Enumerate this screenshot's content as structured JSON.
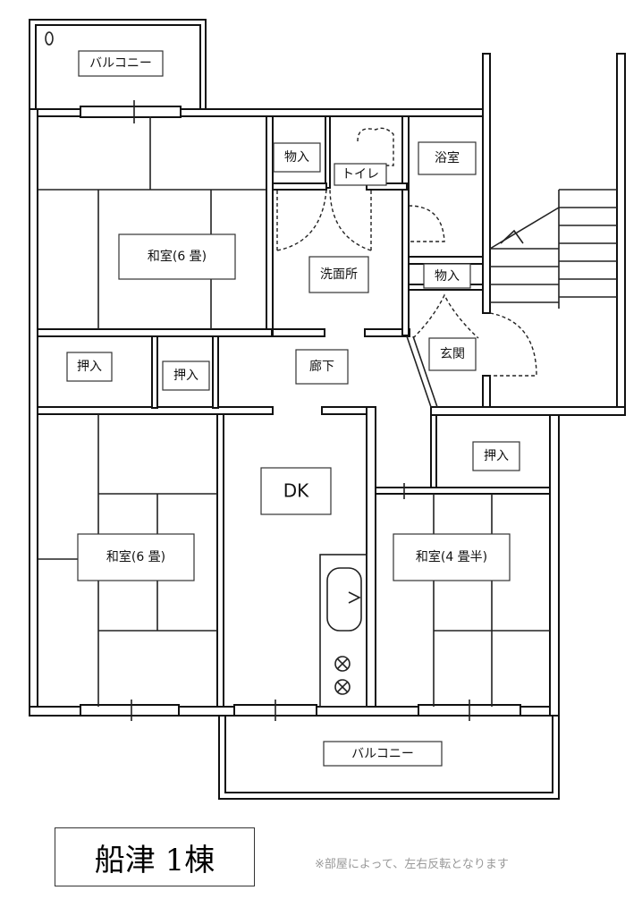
{
  "rooms": {
    "balcony_top": "バルコニー",
    "washitsu_6_top": "和室(6 畳)",
    "storage_1": "物入",
    "toilet": "トイレ",
    "bath": "浴室",
    "washroom": "洗面所",
    "storage_2": "物入",
    "entrance": "玄関",
    "closet_1": "押入",
    "closet_2": "押入",
    "hallway": "廊下",
    "dk": "DK",
    "washitsu_6_bottom": "和室(6 畳)",
    "washitsu_4_5": "和室(4 畳半)",
    "closet_3": "押入",
    "balcony_bottom": "バルコニー"
  },
  "building_label": "船津 1棟",
  "note": "※部屋によって、左右反転となります"
}
